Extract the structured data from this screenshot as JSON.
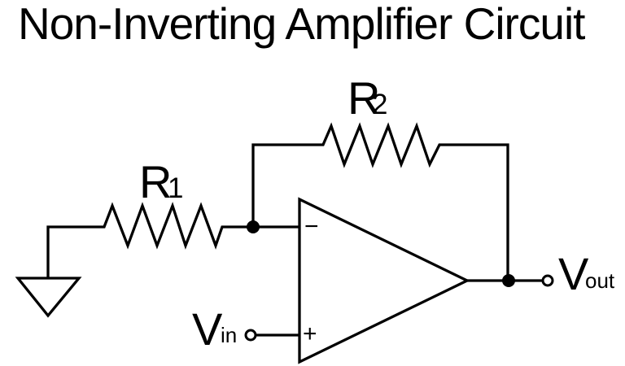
{
  "title": "Non-Inverting Amplifier Circuit",
  "colors": {
    "ink": "#000000",
    "background": "#ffffff"
  },
  "circuit": {
    "kind": "op-amp non-inverting amplifier schematic",
    "labels": {
      "r1": {
        "symbol": "R",
        "subscript": "1"
      },
      "r2": {
        "symbol": "R",
        "subscript": "2"
      },
      "vin": {
        "symbol": "V",
        "subscript": "in"
      },
      "vout": {
        "symbol": "V",
        "subscript": "out"
      },
      "inverting_input": "−",
      "noninverting_input": "+"
    },
    "components": [
      {
        "name": "resistor",
        "label": "R1"
      },
      {
        "name": "feedback resistor",
        "label": "R2"
      },
      {
        "name": "operational amplifier",
        "label": ""
      },
      {
        "name": "ground symbol",
        "label": ""
      },
      {
        "name": "input terminal",
        "label": "Vin"
      },
      {
        "name": "output terminal",
        "label": "Vout"
      }
    ]
  }
}
